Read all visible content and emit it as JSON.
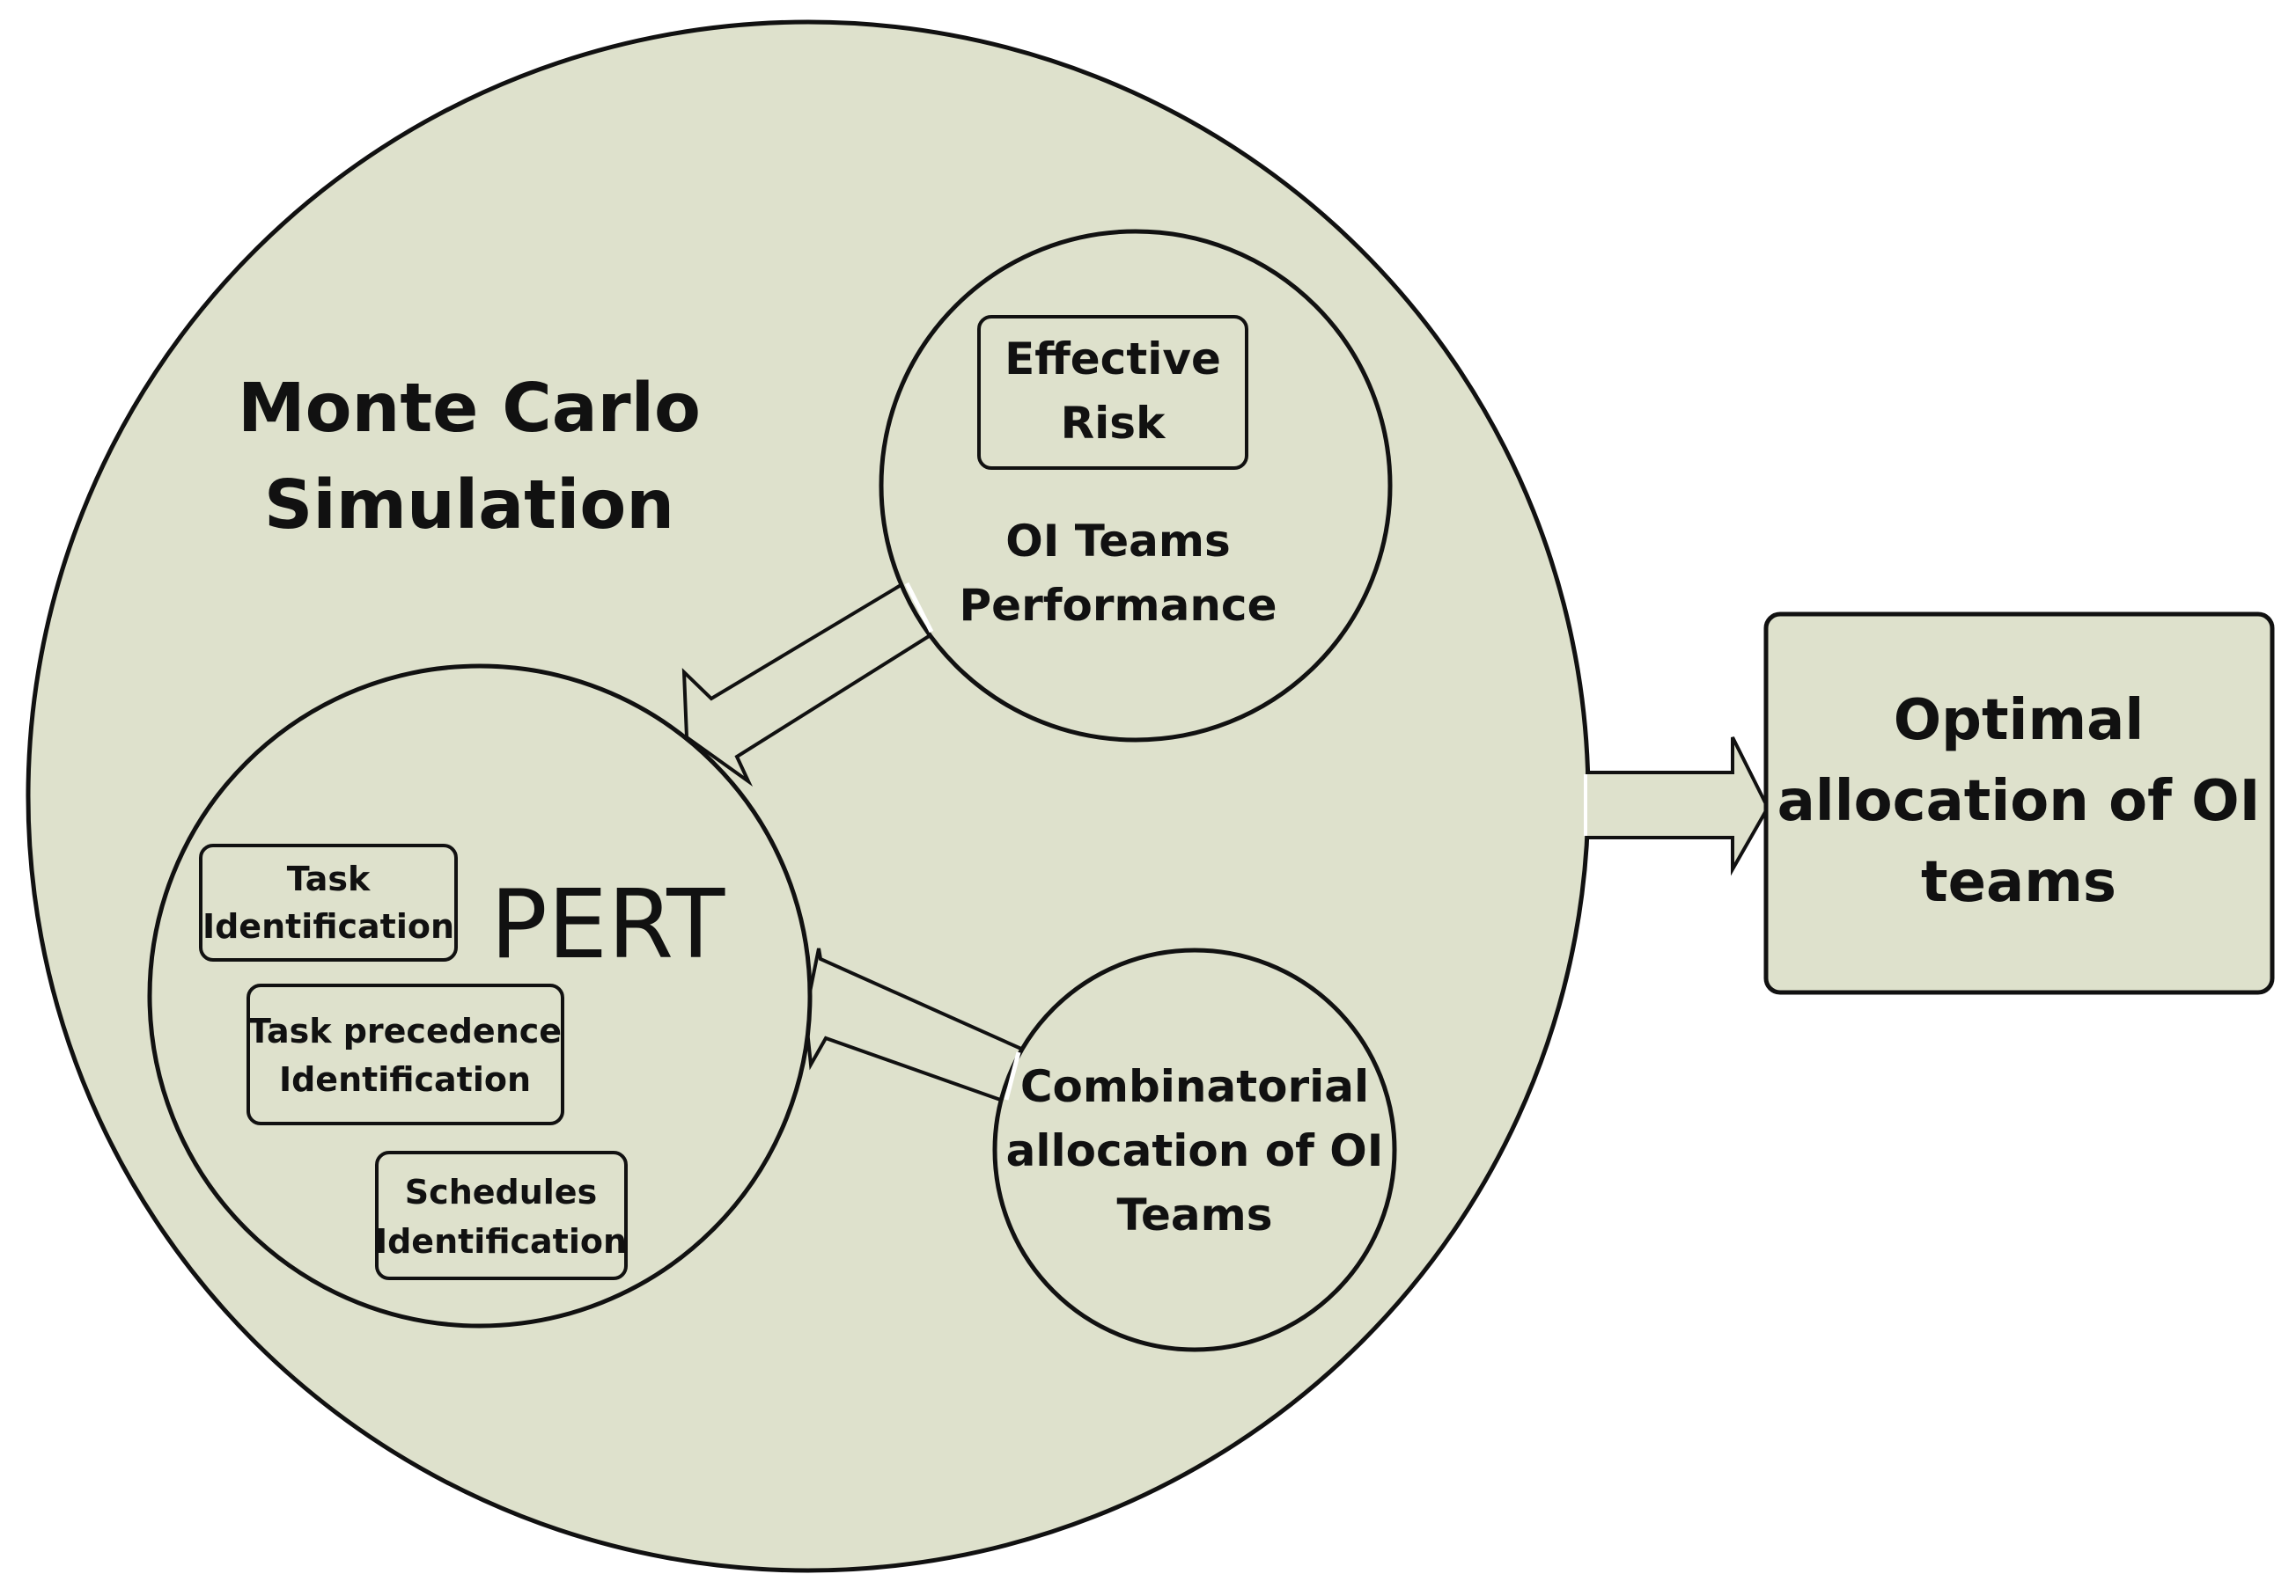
{
  "colors": {
    "fill": "#dee1cc",
    "stroke": "#111111",
    "background": "#ffffff"
  },
  "outer": {
    "title_line1": "Monte Carlo",
    "title_line2": "Simulation"
  },
  "pert": {
    "title": "PERT",
    "task_id_line1": "Task",
    "task_id_line2": "Identification",
    "task_precedence_line1": "Task precedence",
    "task_precedence_line2": "Identification",
    "schedules_line1": "Schedules",
    "schedules_line2": "Identification"
  },
  "performance": {
    "box_line1": "Effective",
    "box_line2": "Risk",
    "label_line1": "OI Teams",
    "label_line2": "Performance"
  },
  "combinatorial": {
    "line1": "Combinatorial",
    "line2": "allocation of OI",
    "line3": "Teams"
  },
  "output": {
    "line1": "Optimal",
    "line2": "allocation of OI",
    "line3": "teams"
  }
}
